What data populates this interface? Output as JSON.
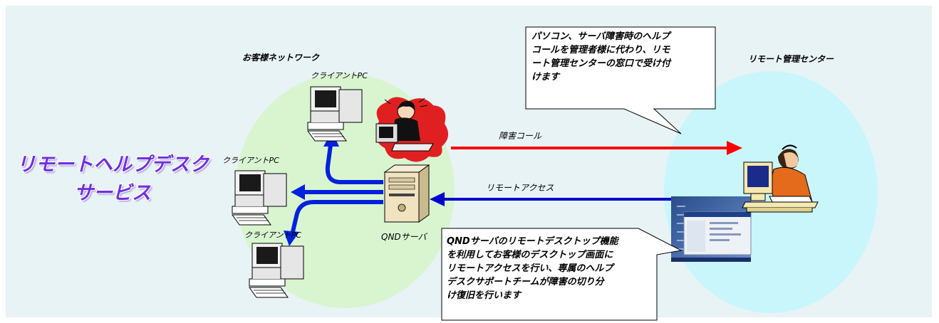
{
  "title": {
    "line1": "リモートヘルプデスク",
    "line2": "サービス"
  },
  "customer_network": {
    "label": "お客様ネットワーク",
    "clients": [
      "クライアントPC",
      "クライアントPC",
      "クライアントPC"
    ],
    "server_label": "QNDサーバ"
  },
  "remote_center": {
    "label": "リモート管理センター"
  },
  "arrows": {
    "call_label": "障害コール",
    "access_label": "リモートアクセス"
  },
  "callouts": {
    "top": [
      "パソコン、サーバ障害時のヘルプ",
      "コールを管理者様に代わり、リモ",
      "ート管理センターの窓口で受け付",
      "けます"
    ],
    "bottom": [
      "QNDサーバのリモートデスクトップ機能",
      "を利用してお客様のデスクトップ画面に",
      "リモートアクセスを行い、専属のヘルプ",
      "デスクサポートチームが障害の切り分",
      "け復旧を行います"
    ]
  },
  "colors": {
    "title": "#7030e0",
    "call_arrow": "#ff0000",
    "access_arrow": "#0000cc",
    "network_circle": "#d8f5d0",
    "center_circle": "#c8f6fb"
  },
  "icons": [
    "client-pc-icon",
    "server-icon",
    "frustrated-user-icon",
    "operator-icon",
    "remote-desktop-screenshot"
  ]
}
